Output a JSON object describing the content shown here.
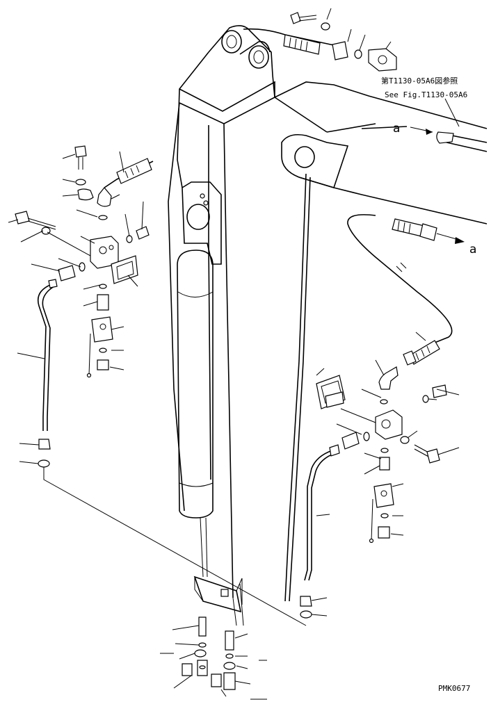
{
  "reference": {
    "jp": "第T1130-05A6図参照",
    "en": "See Fig.T1130-05A6"
  },
  "markers": {
    "top": "a",
    "middle": "a"
  },
  "drawing_code": "PMK0677",
  "colors": {
    "line": "#000000",
    "background": "#ffffff"
  }
}
